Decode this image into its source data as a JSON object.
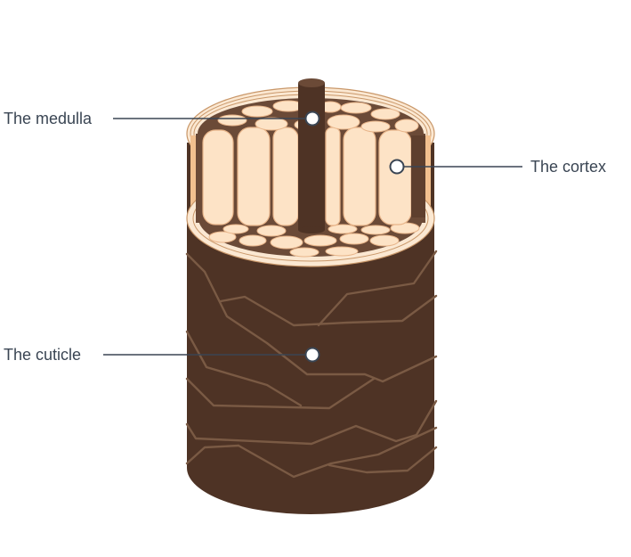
{
  "labels": {
    "medulla": "The medulla",
    "cortex": "The cortex",
    "cuticle": "The cuticle"
  },
  "colors": {
    "cuticle_brown": "#4e3325",
    "cuticle_lines": "#7a5a44",
    "medulla_rod": "#4e3325",
    "cortex_cell_fill": "#fde3c6",
    "cortex_cell_stroke": "#e8b58a",
    "rim_light": "#fbe8d2",
    "rim_orange": "#f2c08f",
    "inner_dark": "#6b4a37",
    "label_text": "#3a4553"
  }
}
